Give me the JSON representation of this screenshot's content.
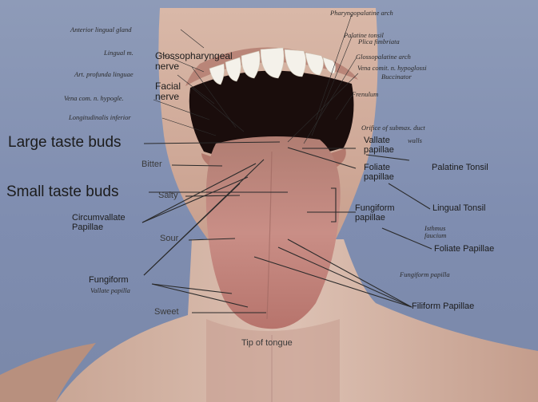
{
  "labels": {
    "glossopharyngeal_nerve": "Glossopharyngeal\nnerve",
    "facial_nerve": "Facial\nnerve",
    "large_taste_buds": "Large taste buds",
    "bitter": "Bitter",
    "small_taste_buds": "Small taste buds",
    "salty": "Salty",
    "circumvallate_papillae": "Circumvallate\nPapillae",
    "sour": "Sour",
    "fungiform": "Fungiform",
    "sweet": "Sweet",
    "tip_of_tongue": "Tip of tongue",
    "vallate_papillae": "Vallate\npapillae",
    "foliate_papillae_center": "Foliate\npapillae",
    "fungiform_papillae_center": "Fungiform\npapillae",
    "palatine_tonsil": "Palatine Tonsil",
    "lingual_tonsil": "Lingual Tonsil",
    "foliate_papillae": "Foliate Papillae",
    "filiform_papillae": "Filiform Papillae"
  },
  "latin_labels": {
    "anterior_lingual_gland": "Anterior lingual gland",
    "lingual_m": "Lingual m.",
    "art_profunda_linguae": "Art. profunda linguae",
    "vena_comit_hypogl": "Vena com. n. hypogle.",
    "longitudinalis_inferior": "Longitudinalis inferior",
    "pharyngopalatine_arch": "Pharyngopalatine arch",
    "palatine_tonsil_latin": "Palatine tonsil",
    "plica_fimbriata": "Plica fimbriata",
    "glossopalatine_arch": "Glossopalatine arch",
    "vena_comit_hypoglossi": "Vena comit. n. hypoglossi",
    "buccinator": "Buccinator",
    "frenulum": "Frenulum",
    "orifice_of_submax_duct": "Orifice of submax. duct",
    "walls": "walls",
    "isthmus_faucium": "Isthmus\nfaucium",
    "fungiform_papilla": "Fungiform papilla",
    "vallate_papilla": "Vallate papilla"
  }
}
